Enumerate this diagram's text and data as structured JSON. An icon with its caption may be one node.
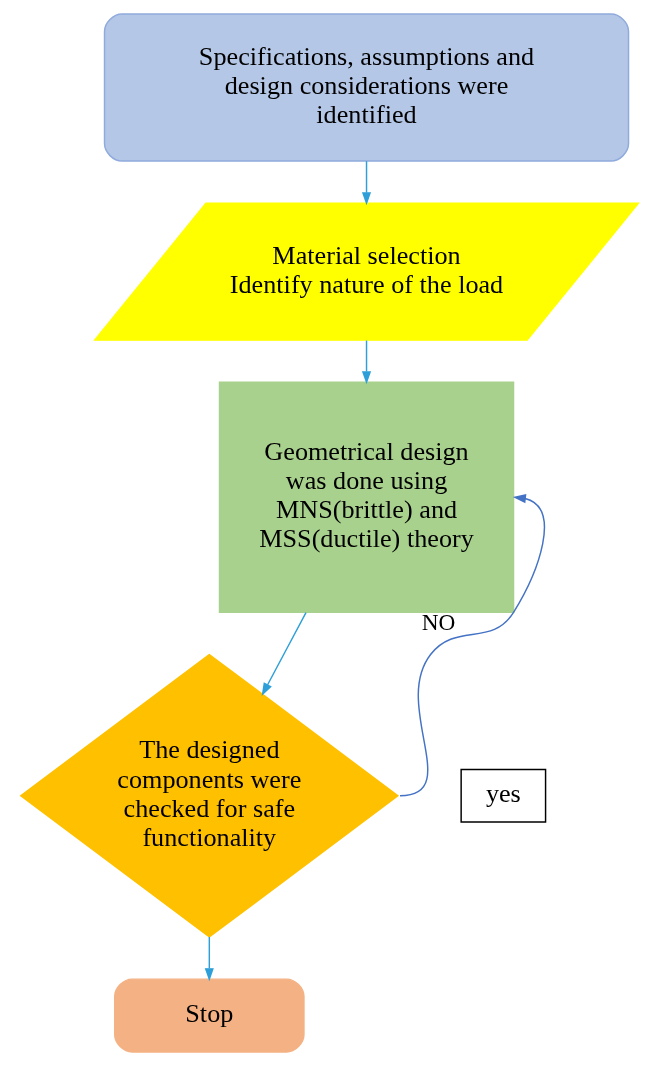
{
  "diagram": {
    "nodes": [
      {
        "text": [
          "Specifications, assumptions and design considerations were identified"
        ]
      },
      {
        "text": [
          "Material selection",
          "Identify nature of the load"
        ]
      },
      {
        "text": [
          "Geometrical design was done using MNS(brittle) and MSS(ductile) theory"
        ]
      },
      {
        "text": [
          "The designed components were checked for safe functionality"
        ]
      },
      {
        "text": [
          "Stop"
        ]
      },
      {
        "text": [
          "yes"
        ]
      }
    ],
    "edges": [
      {
        "from": 0,
        "to": 1,
        "arrow": "to"
      },
      {
        "from": 1,
        "to": 2,
        "arrow": "to"
      },
      {
        "from": 2,
        "to": 3,
        "arrow": "to"
      },
      {
        "from": 3,
        "to": 4,
        "arrow": "to"
      },
      {
        "from": 3,
        "to": 2,
        "arrow": "to",
        "label": "NO",
        "color": "#4472c4"
      }
    ]
  }
}
